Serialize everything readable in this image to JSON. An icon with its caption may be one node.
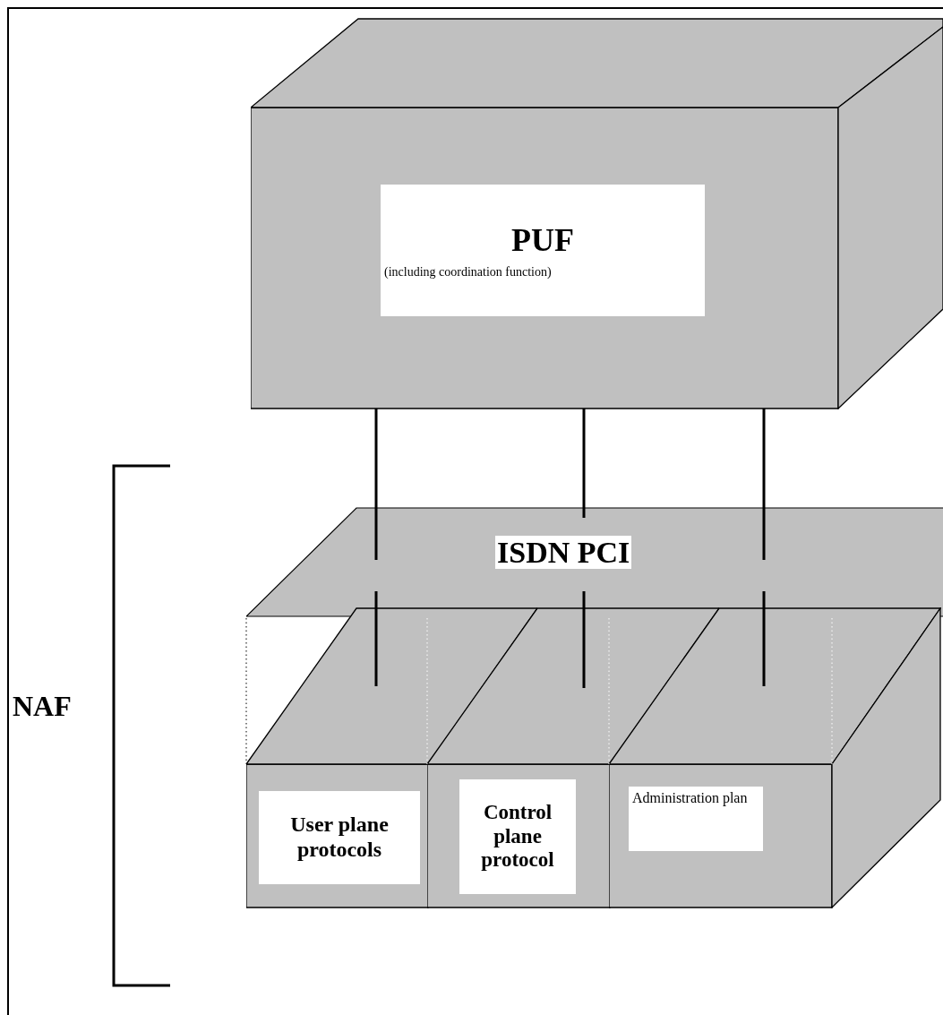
{
  "diagram": {
    "nodes": [
      {
        "text": [
          "PUF",
          "(including coordination function)"
        ]
      },
      {
        "text": [
          "ISDN PCI"
        ]
      },
      {
        "text": [
          "User plane protocols"
        ]
      },
      {
        "text": [
          "Control plane protocol"
        ]
      },
      {
        "text": [
          "Administration plan"
        ]
      }
    ],
    "edges": [
      {
        "from": 0,
        "to": 1,
        "arrow": "none"
      },
      {
        "from": 0,
        "to": 1,
        "arrow": "none"
      },
      {
        "from": 0,
        "to": 1,
        "arrow": "none"
      },
      {
        "from": 1,
        "to": 2,
        "arrow": "none"
      },
      {
        "from": 1,
        "to": 3,
        "arrow": "none"
      },
      {
        "from": 1,
        "to": 4,
        "arrow": "none"
      }
    ],
    "labels": [
      "NAF"
    ]
  }
}
